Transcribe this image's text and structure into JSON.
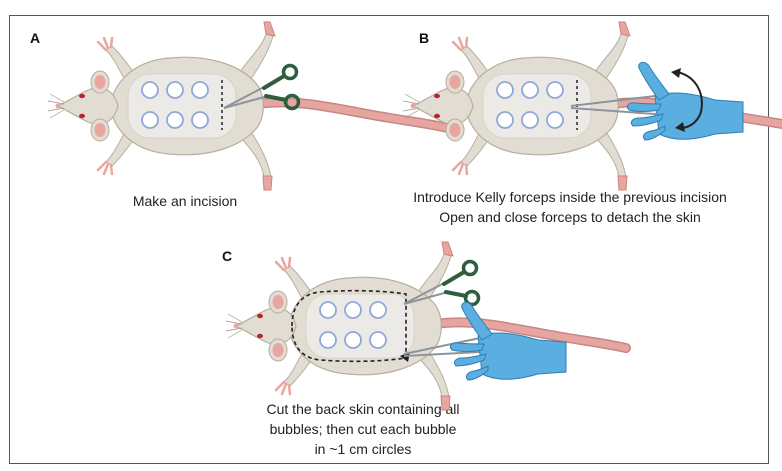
{
  "panels": [
    {
      "id": "A",
      "label": "A",
      "caption": [
        "Make an incision"
      ]
    },
    {
      "id": "B",
      "label": "B",
      "caption": [
        "Introduce Kelly forceps inside the previous incision",
        "Open and close forceps to detach the skin"
      ]
    },
    {
      "id": "C",
      "label": "C",
      "caption": [
        "Cut the back skin containing all",
        "bubbles; then cut each bubble",
        "in ~1 cm circles"
      ]
    }
  ],
  "colors": {
    "fur": "#e2ddd3",
    "fur_stroke": "#b7ae9e",
    "back": "#eceae6",
    "skin_pink": "#e9a6a0",
    "tail": "#d9938e",
    "bubble": "#8fa8d8",
    "scissors": "#2f5e3e",
    "glove": "#5aaee0",
    "forceps": "#9aa0a6",
    "eye": "#b8242b"
  }
}
